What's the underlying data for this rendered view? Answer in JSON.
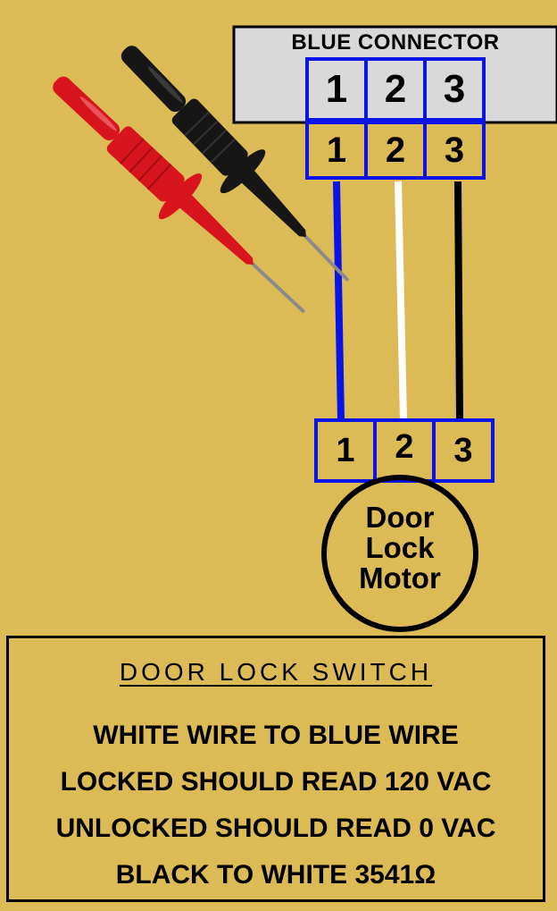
{
  "colors": {
    "background": "#dcbb57",
    "connector_outline": "#0a14e6",
    "connector_header_fill": "#d9d9d9",
    "wire_blue": "#0a14e6",
    "wire_white": "#ffffff",
    "wire_black": "#000000",
    "probe_red": "#d8141e",
    "probe_black": "#161616"
  },
  "connector": {
    "title": "BLUE CONNECTOR",
    "top_pins": [
      "1",
      "2",
      "3"
    ],
    "mating_pins": [
      "1",
      "2",
      "3"
    ]
  },
  "wires": [
    "blue",
    "white",
    "black"
  ],
  "motor": {
    "pins": [
      "1",
      "2",
      "3"
    ],
    "label_lines": [
      "Door",
      "Lock",
      "Motor"
    ]
  },
  "probes": [
    {
      "color": "red",
      "icon": "red-test-probe-icon"
    },
    {
      "color": "black",
      "icon": "black-test-probe-icon"
    }
  ],
  "panel": {
    "title": "DOOR LOCK SWITCH",
    "lines": [
      "WHITE WIRE TO BLUE WIRE",
      "LOCKED SHOULD READ 120 VAC",
      "UNLOCKED SHOULD READ 0 VAC",
      "BLACK TO WHITE 3541Ω"
    ]
  }
}
